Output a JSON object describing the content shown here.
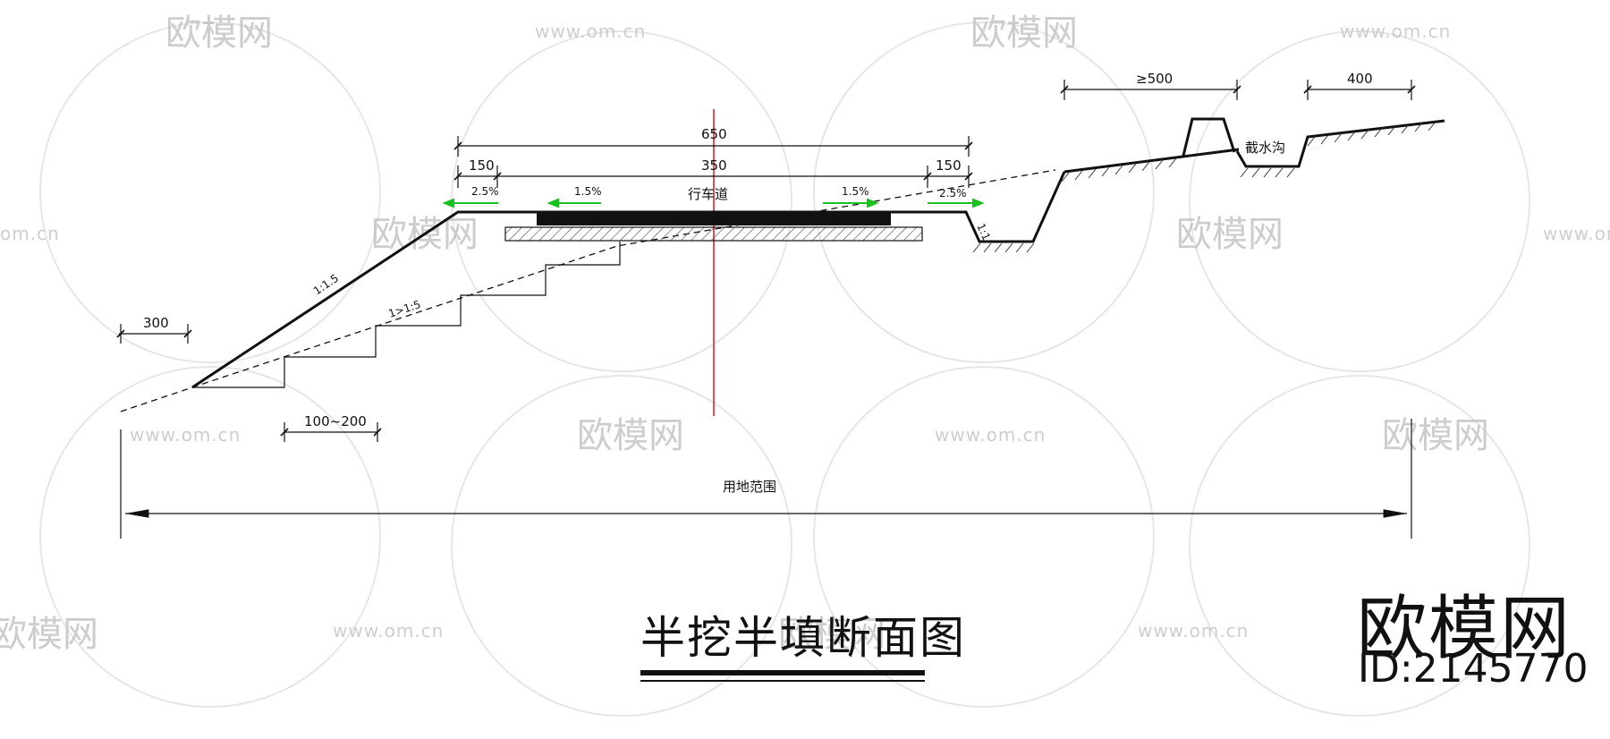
{
  "watermark": {
    "brand": "欧模网",
    "url": "www.om.cn",
    "url_fragment_left": "om.cn"
  },
  "logo": {
    "brand": "欧模网",
    "id": "ID:2145770"
  },
  "drawing": {
    "title": "半挖半填断面图",
    "labels": {
      "total_width": "650",
      "shoulder_left": "150",
      "carriageway": "350",
      "shoulder_right": "150",
      "slope_shoulder_left": "2.5%",
      "slope_lane_left": "1.5%",
      "carriageway_name": "行车道",
      "slope_lane_right": "1.5%",
      "slope_shoulder_right": "2.5%",
      "cut_slope": "1:1",
      "fill_slope": "1:1.5",
      "ground_slope": "1>1:5",
      "toe_width": "300",
      "step_width": "100~200",
      "land_range": "用地范围",
      "berm_width": "≥500",
      "intercept_ditch": "截水沟",
      "outer_width": "400"
    }
  },
  "colors": {
    "line": "#111111",
    "centerline": "#e0141e",
    "arrow": "#19c21e",
    "hatch": "#444444",
    "watermark": "#bdbdbd"
  }
}
